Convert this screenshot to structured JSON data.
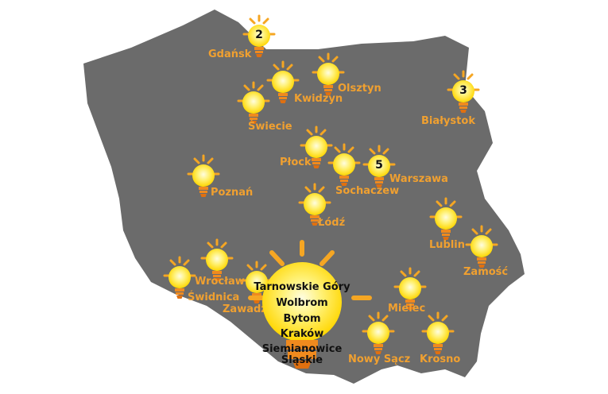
{
  "colors": {
    "map_fill": "#6b6b6b",
    "label": "#f0a030",
    "bulb_glow": "#ffe600",
    "bulb_core": "#fff9c4",
    "bulb_base": "#f08a1e",
    "rays": "#f5a623",
    "center_text": "#111111"
  },
  "cities": [
    {
      "id": "gdansk",
      "name": "Gdańsk"
    },
    {
      "id": "kwidzyn",
      "name": "Kwidzyn"
    },
    {
      "id": "olsztyn",
      "name": "Olsztyn"
    },
    {
      "id": "bialystok",
      "name": "Białystok"
    },
    {
      "id": "swiecie",
      "name": "Świecie"
    },
    {
      "id": "plock",
      "name": "Płock"
    },
    {
      "id": "sochaczew",
      "name": "Sochaczew"
    },
    {
      "id": "warszawa",
      "name": "Warszawa"
    },
    {
      "id": "poznan",
      "name": "Poznań"
    },
    {
      "id": "lodz",
      "name": "Łódź"
    },
    {
      "id": "lublin",
      "name": "Lublin"
    },
    {
      "id": "zamosc",
      "name": "Zamość"
    },
    {
      "id": "wroclaw",
      "name": "Wrocław"
    },
    {
      "id": "swidnica",
      "name": "Świdnica"
    },
    {
      "id": "zawadzkie",
      "name": "Zawadzkie"
    },
    {
      "id": "mielec",
      "name": "Mielec"
    },
    {
      "id": "nowy_sacz",
      "name": "Nowy Sącz"
    },
    {
      "id": "krosno",
      "name": "Krosno"
    }
  ],
  "bulb_counts": {
    "gdansk": "2",
    "bialystok": "3",
    "warszawa": "5"
  },
  "center_cluster": [
    "Tarnowskie Góry",
    "Wolbrom",
    "Bytom",
    "Kraków",
    "Siemianowice",
    "Śląskie"
  ]
}
